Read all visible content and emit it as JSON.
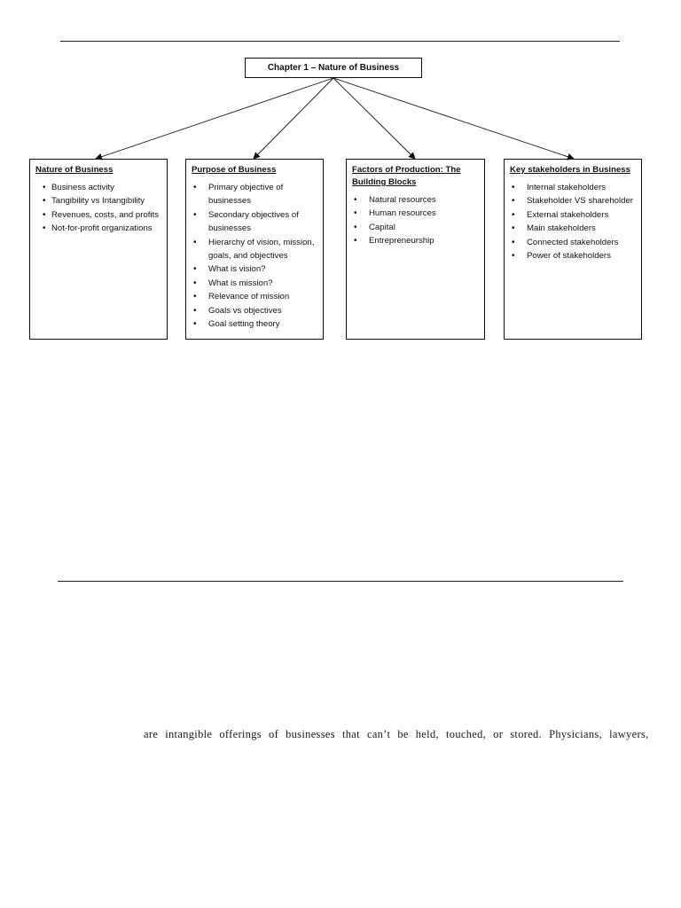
{
  "root": {
    "title": "Chapter 1 – Nature of Business"
  },
  "cards": [
    {
      "title": "Nature of Business",
      "items": [
        "Business activity",
        "Tangibility vs Intangibility",
        "Revenues, costs, and profits",
        "Not-for-profit organizations"
      ]
    },
    {
      "title": "Purpose of Business",
      "items": [
        "Primary objective of businesses",
        "Secondary objectives of businesses",
        "Hierarchy of vision, mission, goals, and objectives",
        "What is vision?",
        "What is mission?",
        "Relevance of mission",
        "Goals vs objectives",
        "Goal setting theory"
      ]
    },
    {
      "title": "Factors of Production: The Building Blocks",
      "items": [
        "Natural resources",
        "Human resources",
        "Capital",
        "Entrepreneurship"
      ]
    },
    {
      "title": "Key stakeholders in Business",
      "items": [
        "Internal stakeholders",
        "Stakeholder VS shareholder",
        "External stakeholders",
        "Main stakeholders",
        "Connected stakeholders",
        "Power of stakeholders"
      ]
    }
  ],
  "body_text": "are intangible offerings of businesses that can’t be held, touched, or stored. Physicians, lawyers,"
}
